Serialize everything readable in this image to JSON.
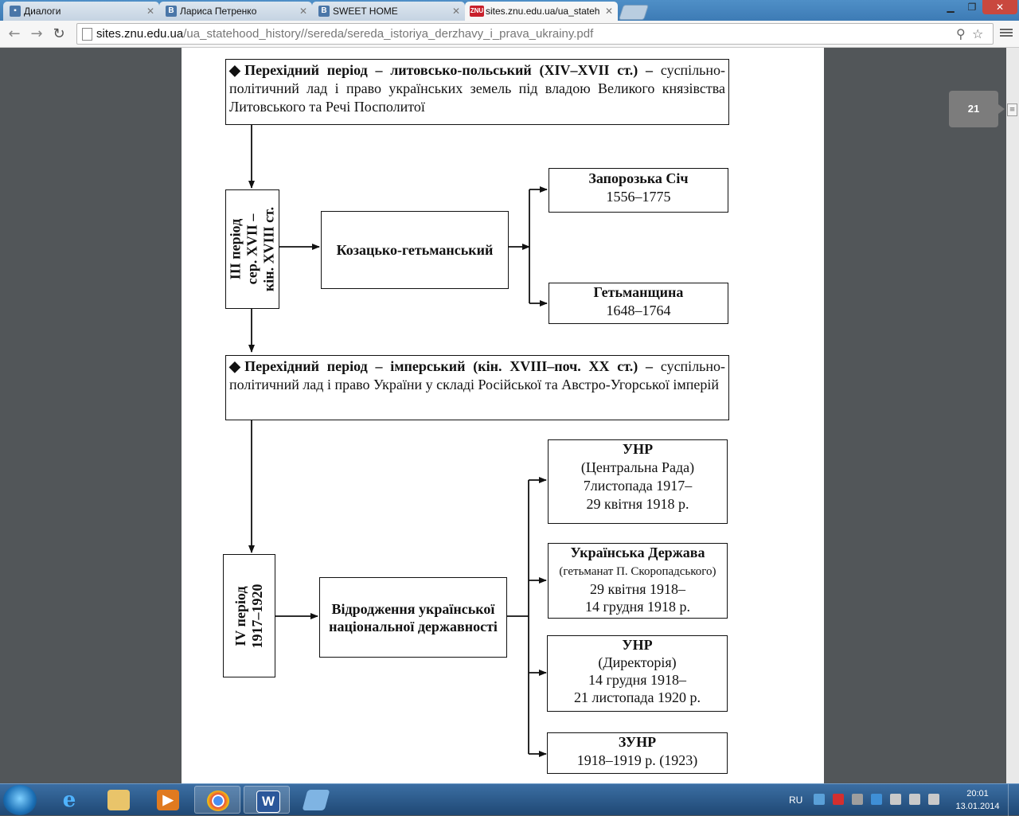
{
  "browser": {
    "tabs": [
      {
        "label": "Диалоги",
        "icon": "chat-icon"
      },
      {
        "label": "Лариса Петренко",
        "icon": "vk-icon",
        "badge": "B"
      },
      {
        "label": "SWEET HOME",
        "icon": "vk-icon",
        "badge": "B"
      },
      {
        "label": "sites.znu.edu.ua/ua_stateh",
        "icon": "znu-icon",
        "badge": "ZNU"
      }
    ],
    "url_host": "sites.znu.edu.ua",
    "url_path": "/ua_statehood_history//sereda/sereda_istoriya_derzhavy_i_prava_ukrainy.pdf"
  },
  "viewer": {
    "page_number": "21"
  },
  "diagram": {
    "transitional_1": {
      "bold": "Перехідний період – литовсько-польський (XIV–XVII ст.) –",
      "text": "суспільно-політичний лад і право українських земель під владою Великого князівства Литовського та Речі Посполитої"
    },
    "period_3": {
      "title": "ІІІ період",
      "line2": "сер. XVII –",
      "line3": "кін. XVIII ст."
    },
    "cossack": "Козацько-гетьманський",
    "zaporizka": {
      "title": "Запорозька Січ",
      "years": "1556–1775"
    },
    "hetmanate": {
      "title": "Гетьманщина",
      "years": "1648–1764"
    },
    "transitional_2": {
      "bold": "Перехідний період – імперський (кін. XVIII–поч. XX ст.) –",
      "text": "суспільно-політичний лад і право України у складі Російської та Австро-Угорської імперій"
    },
    "period_4": {
      "title": "IV період",
      "years": "1917–1920"
    },
    "revival": "Відродження української національної державності",
    "unr_central": {
      "title": "УНР",
      "sub": "(Центральна Рада)",
      "from": "7листопада 1917–",
      "to": "29 квітня 1918 р."
    },
    "ukr_state": {
      "title": "Українська Держава",
      "sub": "(гетьманат П. Скоропадського)",
      "from": "29 квітня 1918–",
      "to": "14 грудня 1918 р."
    },
    "unr_directory": {
      "title": "УНР",
      "sub": "(Директорія)",
      "from": "14 грудня 1918–",
      "to": "21 листопада 1920 р."
    },
    "zunr": {
      "title": "ЗУНР",
      "years": "1918–1919 р. (1923)"
    }
  },
  "taskbar": {
    "language": "RU",
    "time": "20:01",
    "date": "13.01.2014"
  }
}
